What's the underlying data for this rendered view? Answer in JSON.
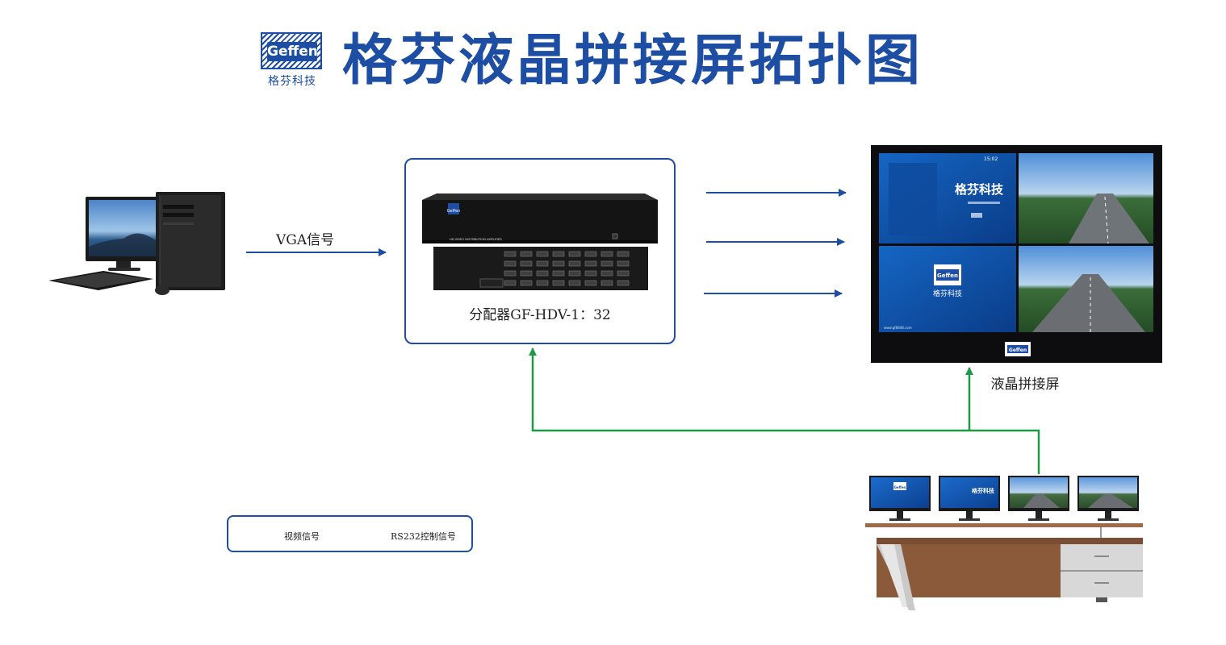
{
  "header": {
    "logo_word": "Geffen",
    "logo_cn": "格芬科技",
    "title": "格芬液晶拼接屏拓扑图"
  },
  "source": {
    "signal_label": "VGA信号"
  },
  "distributor": {
    "panel_brand": "Geffen",
    "panel_text": "HD VIDEO DISTRIBUTION AMPLIFIER",
    "caption": "分配器GF-HDV-1：32"
  },
  "video_wall": {
    "label": "液晶拼接屏",
    "screen1": {
      "time": "15:02",
      "brand": "格芬科技",
      "footer_url": "www.gf8848.com"
    },
    "screen3": {
      "logo_word": "Geffen",
      "brand": "格芬科技"
    },
    "bottom_logo": "Geffen"
  },
  "control_desk": {
    "monitor1_logo": "Geffen",
    "monitor2_brand": "格芬科技"
  },
  "legend": {
    "video_label": "视频信号",
    "rs232_label": "RS232控制信号"
  },
  "colors": {
    "video_line": "#1d4ea3",
    "control_line": "#1e9a47",
    "accent": "#1d4ea3"
  }
}
